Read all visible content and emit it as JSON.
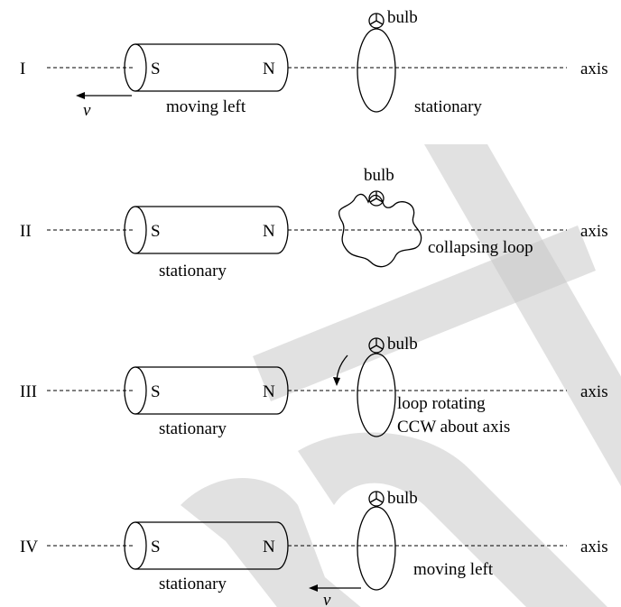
{
  "colors": {
    "ink": "#000000",
    "watermark": "#c8c8c8",
    "background": "#ffffff"
  },
  "common": {
    "axis": "axis",
    "bulb": "bulb",
    "south": "S",
    "north": "N",
    "velocity": "v"
  },
  "panels": [
    {
      "id": "I",
      "roman": "I",
      "magnet_state": "moving left",
      "loop_state": "stationary"
    },
    {
      "id": "II",
      "roman": "II",
      "magnet_state": "stationary",
      "loop_state": "collapsing loop"
    },
    {
      "id": "III",
      "roman": "III",
      "magnet_state": "stationary",
      "loop_state_line1": "loop rotating",
      "loop_state_line2": "CCW about axis"
    },
    {
      "id": "IV",
      "roman": "IV",
      "magnet_state": "stationary",
      "loop_state": "moving left"
    }
  ]
}
